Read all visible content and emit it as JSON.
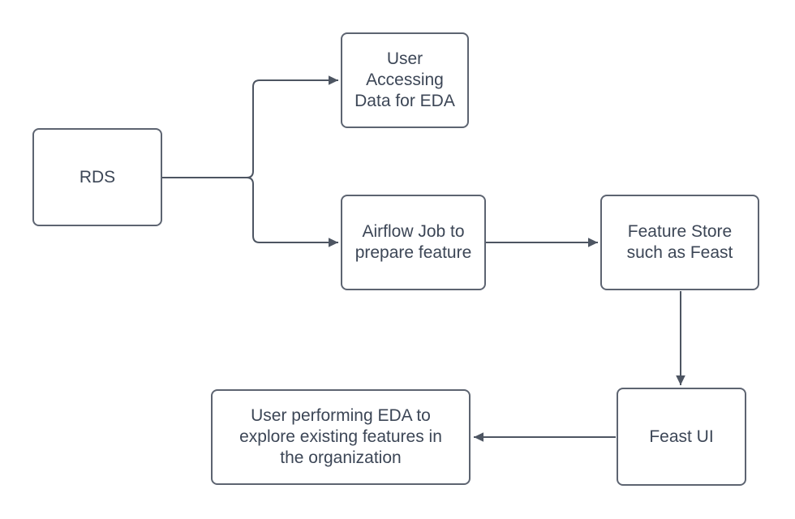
{
  "diagram": {
    "type": "flowchart",
    "background_color": "#ffffff",
    "colors": {
      "node_border": "#5d6471",
      "node_fill": "#ffffff",
      "edge_stroke": "#4d5562",
      "text": "#3c4656"
    },
    "nodes": [
      {
        "id": "rds",
        "label": "RDS"
      },
      {
        "id": "user-accessing-data",
        "label": "User Accessing Data for EDA"
      },
      {
        "id": "airflow-job",
        "label": "Airflow Job to prepare feature"
      },
      {
        "id": "feature-store",
        "label": "Feature Store such as Feast"
      },
      {
        "id": "feast-ui",
        "label": "Feast UI"
      },
      {
        "id": "user-performing-eda",
        "label": "User performing EDA to explore existing features in the organization"
      }
    ],
    "edges": [
      {
        "from": "rds",
        "to": "user-accessing-data"
      },
      {
        "from": "rds",
        "to": "airflow-job"
      },
      {
        "from": "airflow-job",
        "to": "feature-store"
      },
      {
        "from": "feature-store",
        "to": "feast-ui"
      },
      {
        "from": "feast-ui",
        "to": "user-performing-eda"
      }
    ]
  }
}
